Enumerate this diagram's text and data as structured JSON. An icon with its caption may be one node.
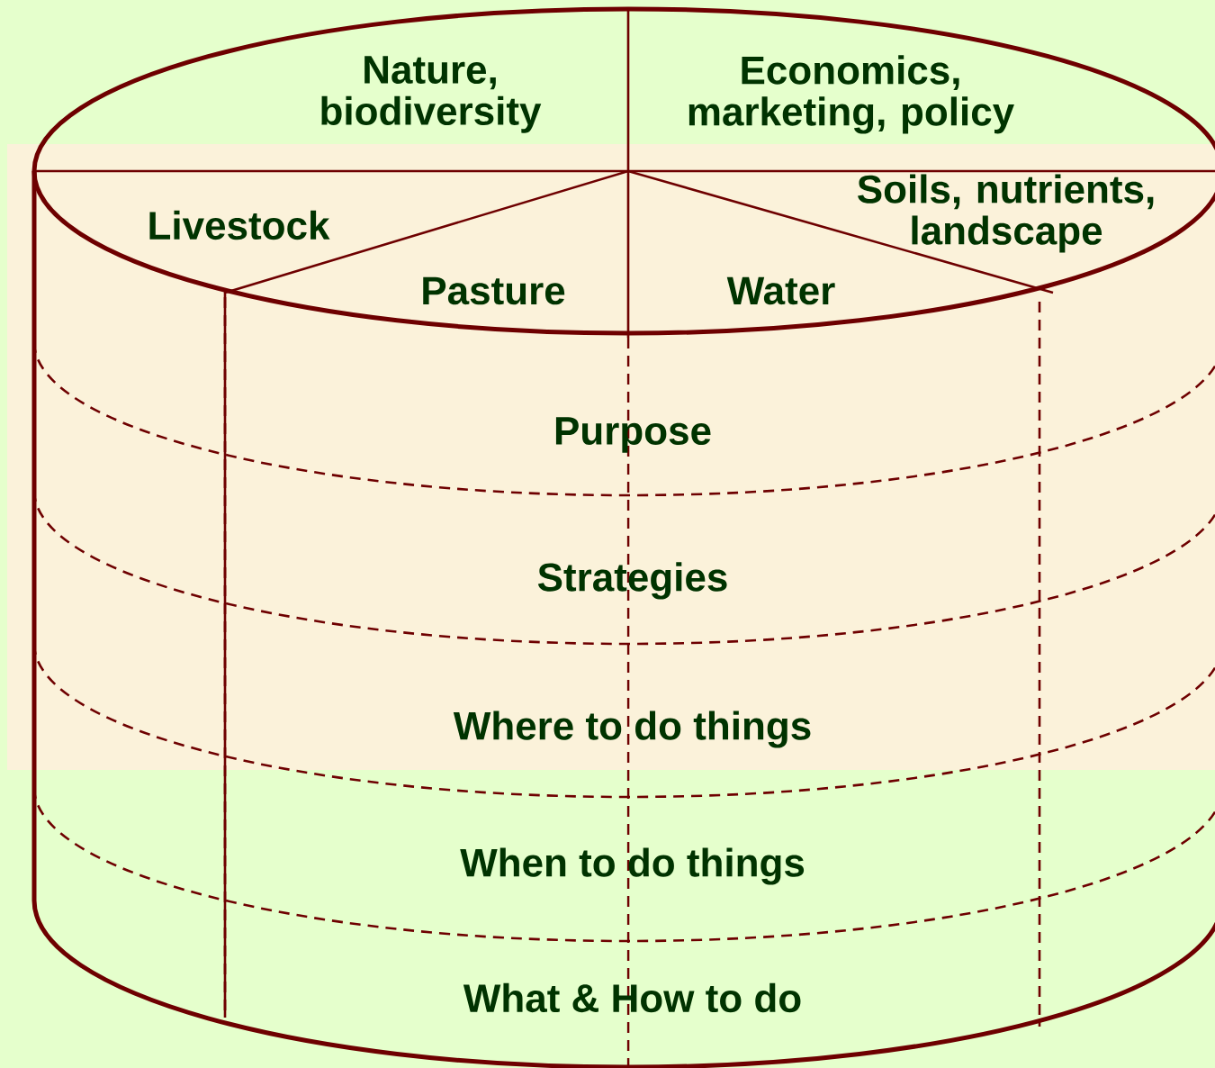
{
  "diagram": {
    "labels": [
      "Nature, biodiversity",
      "Economics, marketing, policy",
      "Livestock",
      "Soils, nutrients, landscape",
      "Pasture",
      "Water",
      "Purpose",
      "Strategies",
      "Where to do things",
      "When to do things",
      "What & How to do"
    ]
  }
}
